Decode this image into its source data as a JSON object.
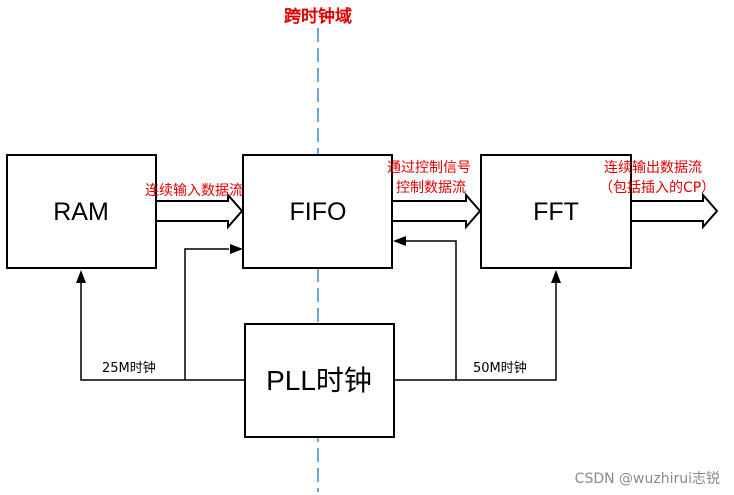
{
  "title": "跨时钟域",
  "blocks": {
    "ram": "RAM",
    "fifo": "FIFO",
    "fft": "FFT",
    "pll": "PLL时钟"
  },
  "flows": {
    "ram_to_fifo": "连续输入数据流",
    "fifo_to_fft_line1": "通过控制信号",
    "fifo_to_fft_line2": "控制数据流",
    "fft_out_line1": "连续输出数据流",
    "fft_out_line2": "（包括插入的CP）"
  },
  "clocks": {
    "left": "25M时钟",
    "right": "50M时钟"
  },
  "watermark": "CSDN @wuzhirui志锐",
  "colors": {
    "annotation": "#e00000",
    "boundary_line": "#5b9bd5"
  }
}
